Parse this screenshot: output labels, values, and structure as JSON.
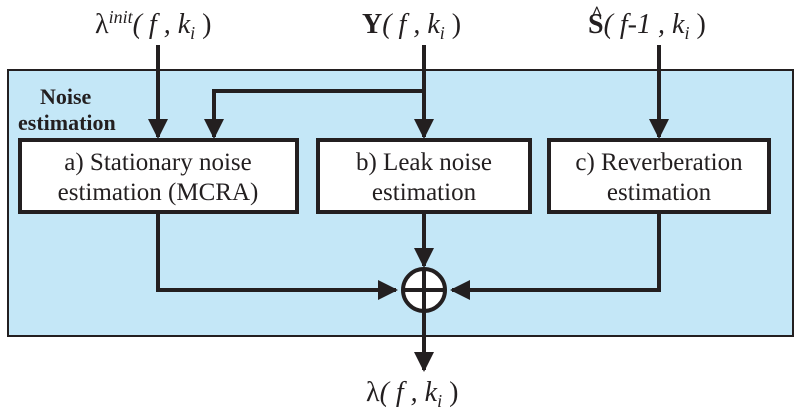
{
  "colors": {
    "panel_fill": "#c4e7f7",
    "stroke": "#231f20",
    "box_fill": "#ffffff"
  },
  "panel": {
    "title_line1": "Noise",
    "title_line2": "estimation"
  },
  "inputs": {
    "lambda_init": {
      "sym": "λ",
      "sup": "init",
      "args": "( f , k",
      "sub": "i",
      "close": " )"
    },
    "Y": {
      "sym": "Y",
      "args": "( f , k",
      "sub": "i",
      "close": " )"
    },
    "S_hat": {
      "sym": "S",
      "hat": "^",
      "args": "( f-1 , k",
      "sub": "i",
      "close": " )"
    }
  },
  "blocks": {
    "a": {
      "line1": "a) Stationary noise",
      "line2": "estimation (MCRA)"
    },
    "b": {
      "line1": "b) Leak noise",
      "line2": "estimation"
    },
    "c": {
      "line1": "c) Reverberation",
      "line2": "estimation"
    }
  },
  "sum_node": {
    "icon": "circle-plus-icon"
  },
  "output": {
    "sym": "λ",
    "args": "( f , k",
    "sub": "i",
    "close": " )"
  }
}
